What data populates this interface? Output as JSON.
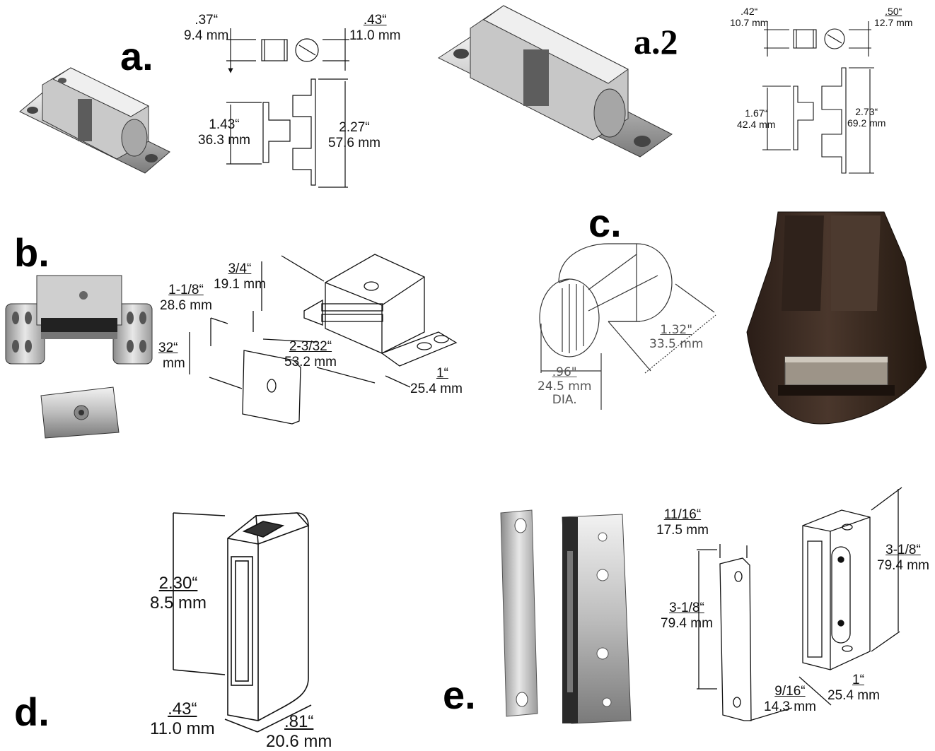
{
  "labels": {
    "a": "a.",
    "a2": "a.2",
    "b": "b.",
    "c": "c.",
    "d": "d.",
    "e": "e."
  },
  "dims": {
    "a": {
      "d1_in": ".37“",
      "d1_mm": "9.4 mm",
      "d2_in": ".43“",
      "d2_mm": "11.0 mm",
      "d3_in": "1.43“",
      "d3_mm": "36.3 mm",
      "d4_in": "2.27“",
      "d4_mm": "57.6 mm"
    },
    "a2": {
      "d1_in": ".42“",
      "d1_mm": "10.7 mm",
      "d2_in": ".50“",
      "d2_mm": "12.7 mm",
      "d3_in": "1.67“",
      "d3_mm": "42.4 mm",
      "d4_in": "2.73“",
      "d4_mm": "69.2 mm"
    },
    "b": {
      "d1_in": "3/4“",
      "d1_mm": "19.1 mm",
      "d2_in": "1-1/8“",
      "d2_mm": "28.6 mm",
      "d3_in": "32“",
      "d3_mm": "mm",
      "d4_in": "2-3/32“",
      "d4_mm": "53.2 mm",
      "d5_in": "1“",
      "d5_mm": "25.4 mm"
    },
    "c": {
      "d1_in": "1.32\"",
      "d1_mm": "33.5 mm",
      "d2_in": ".96\"",
      "d2_mm": "24.5 mm",
      "d2_note": "DIA."
    },
    "d": {
      "d1_in": "2.30“",
      "d1_mm": "8.5 mm",
      "d2_in": ".43“",
      "d2_mm": "11.0 mm",
      "d3_in": ".81“",
      "d3_mm": "20.6 mm"
    },
    "e": {
      "d1_in": "11/16“",
      "d1_mm": "17.5 mm",
      "d2_in": "3-1/8“",
      "d2_mm": "79.4 mm",
      "d3_in": "3-1/8“",
      "d3_mm": "79.4 mm",
      "d4_in": "9/16“",
      "d4_mm": "14.3 mm",
      "d5_in": "1“",
      "d5_mm": "25.4 mm"
    }
  },
  "colors": {
    "metal_light": "#e4e4e4",
    "metal_mid": "#b9b9b9",
    "metal_dark": "#6e6e6e",
    "plastic_brown": "#3a2a22",
    "plastic_dark": "#1f1612",
    "line": "#111111"
  }
}
